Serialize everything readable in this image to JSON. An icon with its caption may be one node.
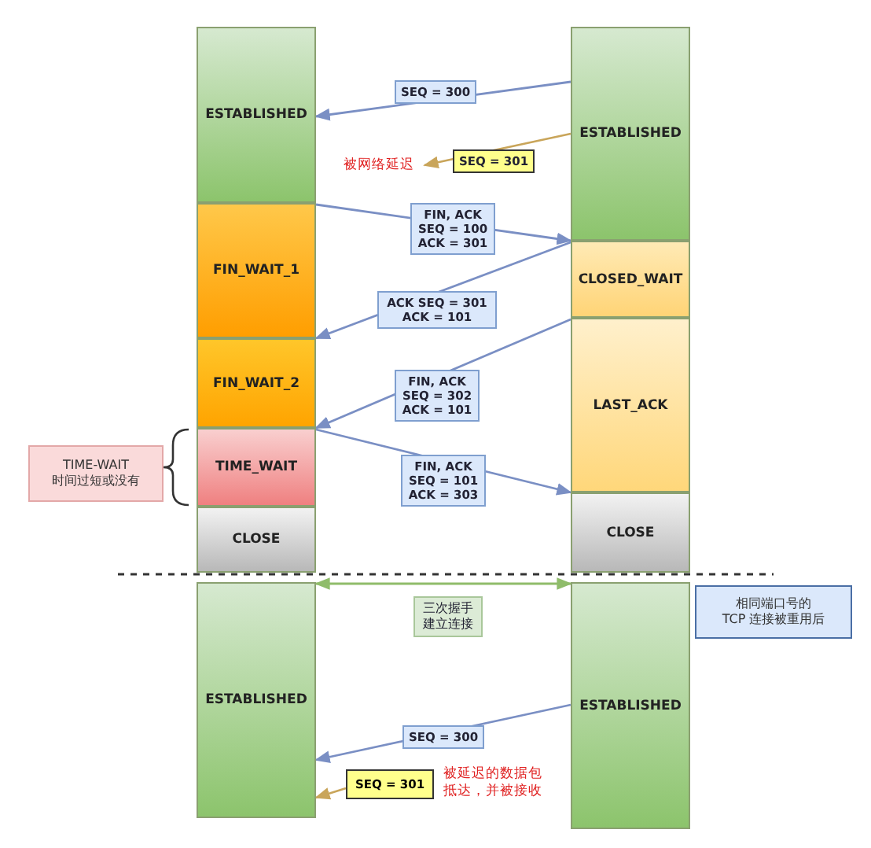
{
  "diagram": {
    "nodes": [
      {
        "text": [
          "ESTABLISHED"
        ]
      },
      {
        "text": [
          "FIN_WAIT_1"
        ]
      },
      {
        "text": [
          "FIN_WAIT_2"
        ]
      },
      {
        "text": [
          "TIME_WAIT"
        ]
      },
      {
        "text": [
          "CLOSE"
        ]
      },
      {
        "text": [
          "ESTABLISHED"
        ]
      },
      {
        "text": [
          "CLOSED_WAIT"
        ]
      },
      {
        "text": [
          "LAST_ACK"
        ]
      },
      {
        "text": [
          "CLOSE"
        ]
      },
      {
        "text": [
          "被网络延迟"
        ]
      },
      {
        "text": [
          "TIME-WAIT",
          "时间过短或没有"
        ]
      },
      {
        "text": [
          "ESTABLISHED"
        ]
      },
      {
        "text": [
          "ESTABLISHED"
        ]
      },
      {
        "text": [
          "相同端口号的",
          "TCP 连接被重用后"
        ]
      },
      {
        "text": [
          "SEQ = 301"
        ],
        "beside": [
          "被延迟的数据包抵达，并被接收"
        ]
      }
    ],
    "edges": [
      {
        "from": 5,
        "to": 0,
        "arrow": "to",
        "label": "SEQ = 300"
      },
      {
        "from": 5,
        "to": 9,
        "arrow": "to",
        "label": "SEQ = 301",
        "color": "#c9a55a"
      },
      {
        "from": 1,
        "to": 6,
        "arrow": "to",
        "label": "FIN, ACK SEQ = 100 ACK = 301"
      },
      {
        "from": 6,
        "to": 2,
        "arrow": "to",
        "label": "ACK SEQ = 301 ACK = 101"
      },
      {
        "from": 7,
        "to": 3,
        "arrow": "to",
        "label": "FIN, ACK SEQ = 302 ACK = 101"
      },
      {
        "from": 3,
        "to": 8,
        "arrow": "to",
        "label": "FIN, ACK SEQ = 101 ACK = 303"
      },
      {
        "from": 11,
        "to": 12,
        "arrow": "both",
        "label": "三次握手建立连接",
        "color": "#8fbc6a"
      },
      {
        "from": 12,
        "to": 11,
        "arrow": "to",
        "label": "SEQ = 300"
      },
      {
        "from": 14,
        "to": 11,
        "arrow": "to",
        "color": "#c9a55a"
      }
    ]
  }
}
